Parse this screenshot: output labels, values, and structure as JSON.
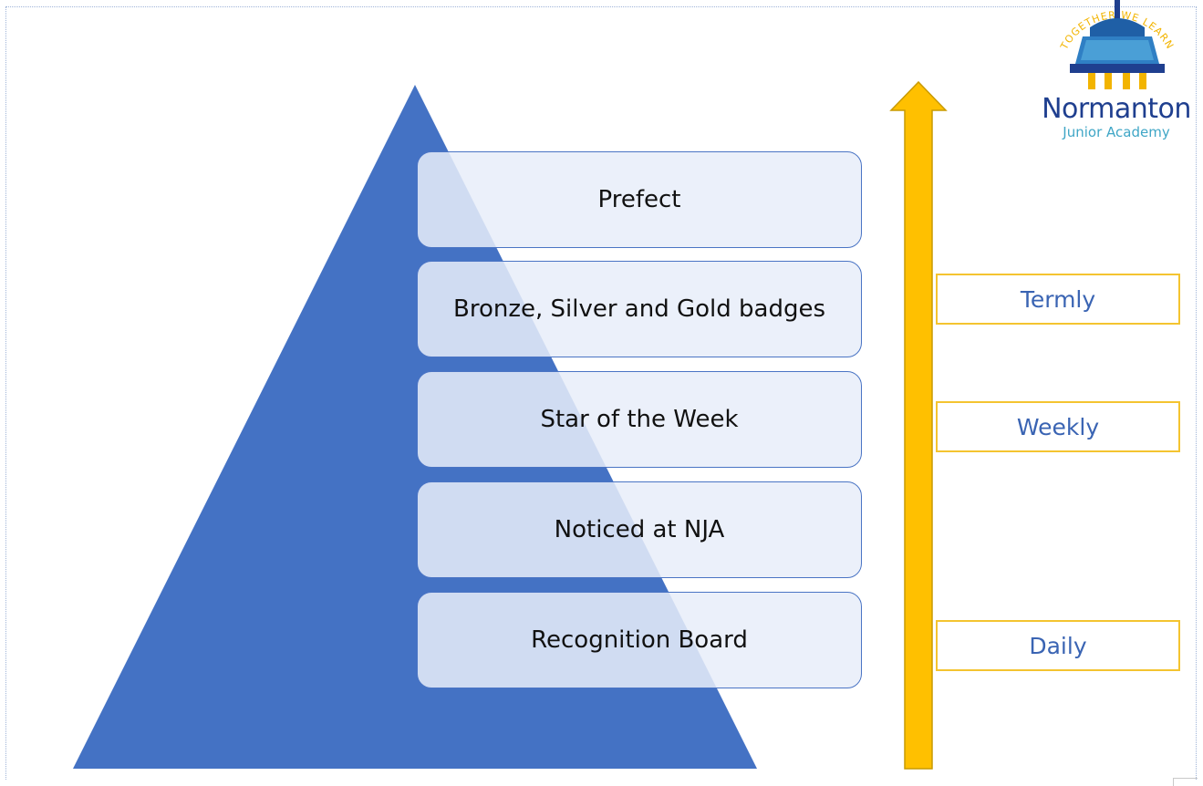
{
  "pyramid": {
    "levels": [
      {
        "label": "Prefect"
      },
      {
        "label": "Bronze, Silver and Gold badges"
      },
      {
        "label": "Star of the Week"
      },
      {
        "label": "Noticed at NJA"
      },
      {
        "label": "Recognition Board"
      }
    ]
  },
  "frequency": {
    "labels": [
      "Termly",
      "Weekly",
      "Daily"
    ]
  },
  "logo": {
    "name": "Normanton",
    "subtitle": "Junior Academy",
    "motto": "TOGETHER WE LEARN"
  },
  "colors": {
    "pyramid": "#4472c4",
    "arrow": "#ffc000",
    "frequency_border": "#f4c430",
    "frequency_text": "#3a64b3",
    "tier_border": "#4a74c4"
  }
}
